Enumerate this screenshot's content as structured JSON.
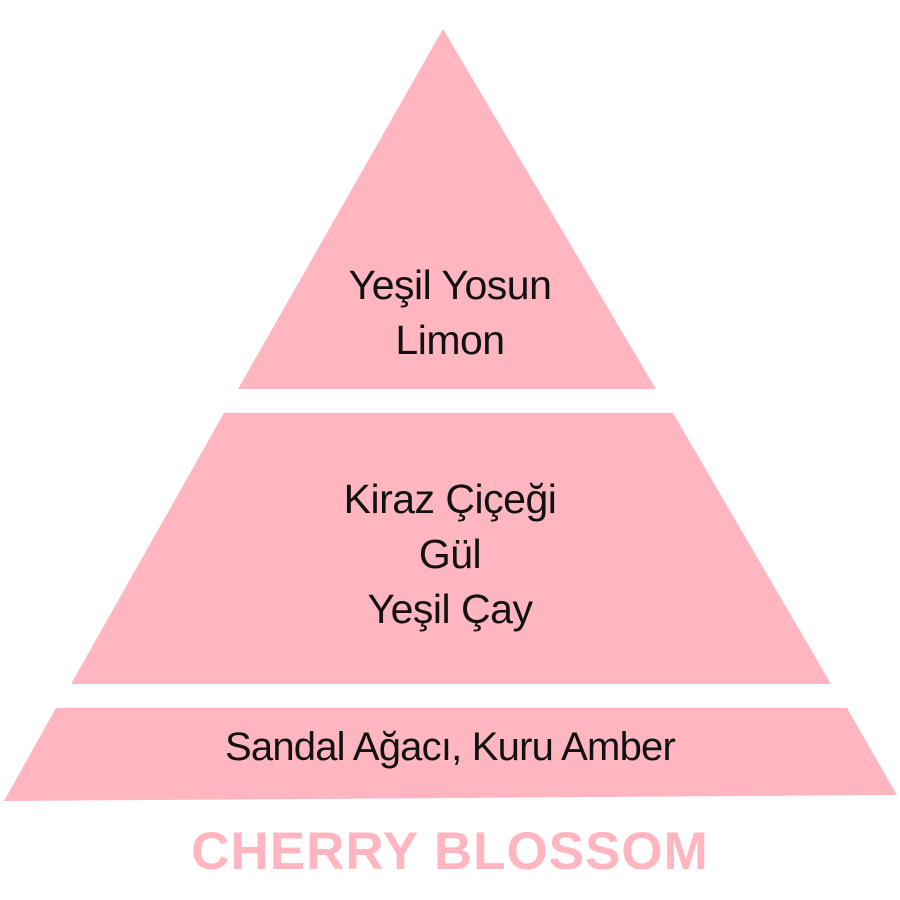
{
  "diagram": {
    "type": "fragrance-note-pyramid",
    "fill_color": "#FFB6C1",
    "text_color": "#111111",
    "title_color": "#FFB6C1",
    "tiers": [
      {
        "id": "top",
        "lines": [
          "Yeşil Yosun",
          "Limon"
        ]
      },
      {
        "id": "middle",
        "lines": [
          "Kiraz Çiçeği",
          "Gül",
          "Yeşil Çay"
        ]
      },
      {
        "id": "base",
        "lines": [
          "Sandal Ağacı, Kuru Amber"
        ]
      }
    ],
    "title": "CHERRY BLOSSOM"
  }
}
